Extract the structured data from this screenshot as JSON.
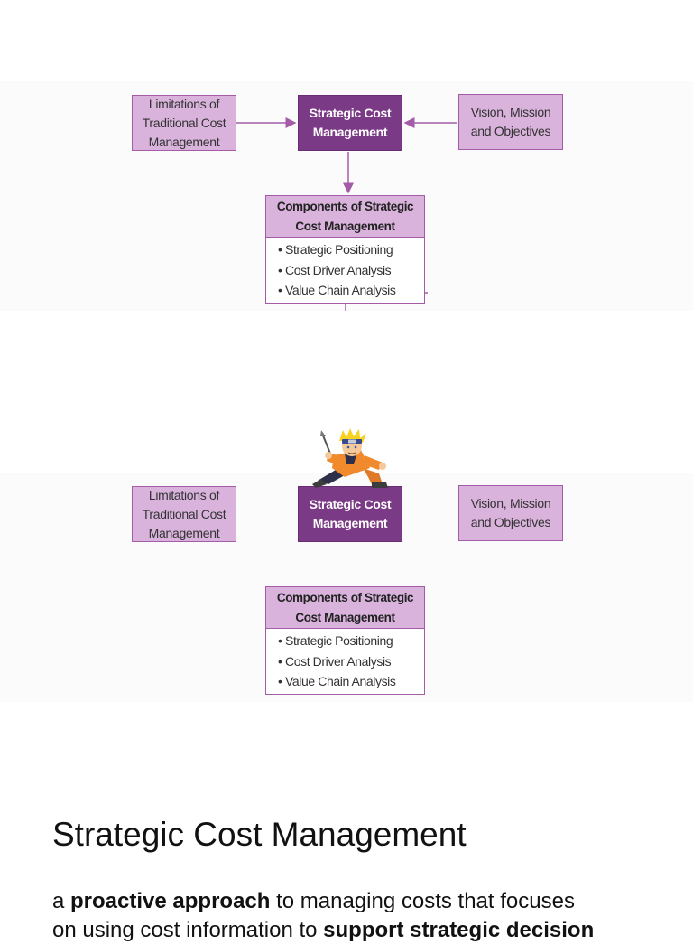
{
  "diagram": {
    "limitations": "Limitations of\nTraditional Cost\nManagement",
    "center": "Strategic Cost\nManagement",
    "vision": "Vision, Mission\nand Objectives",
    "components_title": "Components of Strategic\nCost Management",
    "components_items": [
      "Strategic Positioning",
      "Cost Driver Analysis",
      "Value Chain Analysis"
    ]
  },
  "heading": "Strategic Cost Management",
  "paragraph": {
    "prefix": "a ",
    "bold1": "proactive approach",
    "middle": " to managing costs that focuses",
    "line2_start": "on using cost information to ",
    "bold2": "support strategic decision"
  },
  "colors": {
    "accent_dark": "#7a3a85",
    "accent_light": "#d9b3dc",
    "border": "#a45ca8"
  },
  "icons": {
    "mascot": "ninja-character-icon"
  }
}
